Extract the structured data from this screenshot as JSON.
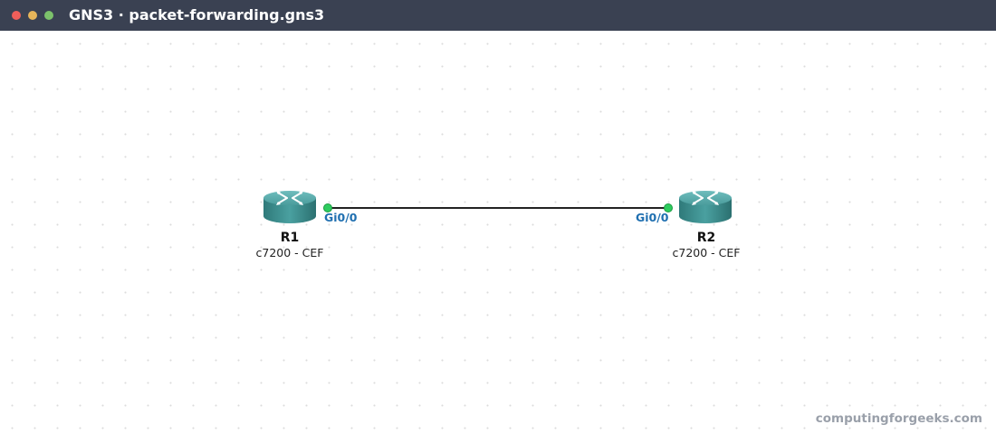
{
  "window": {
    "title": "GNS3 · packet-forwarding.gns3"
  },
  "colors": {
    "titlebar": "#3a4152",
    "close": "#ef5e5a",
    "minimize": "#e6b55a",
    "maximize": "#7cc26b",
    "link": "#222222",
    "port_up": "#2ecc5e",
    "port_label": "#1f6fb0",
    "router_body": "#3e8f8f"
  },
  "topology": {
    "nodes": [
      {
        "id": "r1",
        "name": "R1",
        "description": "c7200 - CEF",
        "icon": "router-icon"
      },
      {
        "id": "r2",
        "name": "R2",
        "description": "c7200 - CEF",
        "icon": "router-icon"
      }
    ],
    "links": [
      {
        "a_node": "R1",
        "a_port": "Gi0/0",
        "a_status": "up",
        "b_node": "R2",
        "b_port": "Gi0/0",
        "b_status": "up"
      }
    ]
  },
  "watermark": "computingforgeeks.com"
}
